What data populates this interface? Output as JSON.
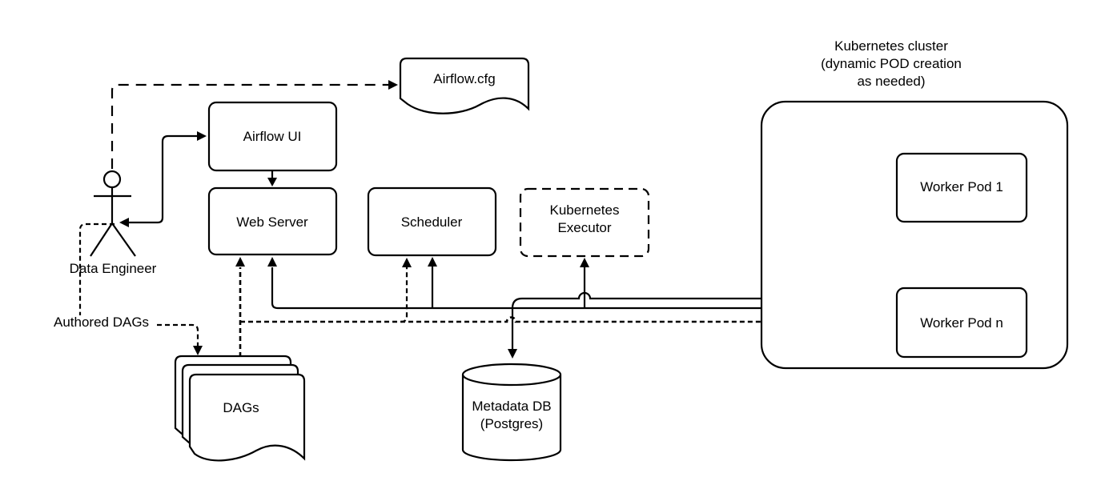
{
  "diagram": {
    "type": "architecture-diagram",
    "subject": "Airflow on Kubernetes architecture",
    "colors": {
      "stroke": "#000000",
      "background": "#ffffff"
    },
    "nodes": {
      "data_engineer": {
        "label": "Data Engineer",
        "shape": "stick-figure"
      },
      "airflow_cfg": {
        "label": "Airflow.cfg",
        "shape": "document"
      },
      "airflow_ui": {
        "label": "Airflow UI",
        "shape": "rounded-rect"
      },
      "web_server": {
        "label": "Web Server",
        "shape": "rounded-rect"
      },
      "scheduler": {
        "label": "Scheduler",
        "shape": "rounded-rect"
      },
      "kubernetes_executor": {
        "line1": "Kubernetes",
        "line2": "Executor",
        "shape": "dashed-rounded-rect"
      },
      "kubernetes_cluster": {
        "line1": "Kubernetes cluster",
        "line2": "(dynamic POD creation",
        "line3": "as needed)",
        "shape": "rounded-container"
      },
      "worker_pod_1": {
        "label": "Worker Pod 1",
        "shape": "rounded-rect"
      },
      "worker_pod_n": {
        "label": "Worker Pod n",
        "shape": "rounded-rect"
      },
      "dags": {
        "label": "DAGs",
        "shape": "document-stack"
      },
      "metadata_db": {
        "line1": "Metadata DB",
        "line2": "(Postgres)",
        "shape": "cylinder"
      }
    },
    "edge_labels": {
      "authored_dags": "Authored DAGs"
    },
    "edges": [
      {
        "from": "Data Engineer",
        "to": "Airflow UI",
        "style": "solid",
        "arrows": "both"
      },
      {
        "from": "Data Engineer",
        "to": "Airflow.cfg",
        "style": "dashed",
        "arrows": "end"
      },
      {
        "from": "Data Engineer",
        "to": "DAGs",
        "style": "dashed",
        "arrows": "end",
        "label": "Authored DAGs"
      },
      {
        "from": "Airflow UI",
        "to": "Web Server",
        "style": "solid",
        "arrows": "end"
      },
      {
        "from": "DAGs",
        "to": "Web Server",
        "style": "dashed",
        "arrows": "end"
      },
      {
        "from": "DAGs",
        "to": "Scheduler",
        "style": "dashed",
        "arrows": "end"
      },
      {
        "from": "DAGs",
        "to": "Worker Pod 1",
        "style": "dashed",
        "arrows": "end"
      },
      {
        "from": "DAGs",
        "to": "Worker Pod n",
        "style": "dashed",
        "arrows": "end"
      },
      {
        "from": "Metadata DB bus",
        "to": "Web Server",
        "style": "solid",
        "arrows": "end"
      },
      {
        "from": "Metadata DB bus",
        "to": "Scheduler",
        "style": "solid",
        "arrows": "end"
      },
      {
        "from": "Metadata DB bus",
        "to": "Kubernetes Executor",
        "style": "solid",
        "arrows": "end"
      },
      {
        "from": "Metadata DB bus",
        "to": "Metadata DB",
        "style": "solid",
        "arrows": "end"
      },
      {
        "from": "Metadata DB bus",
        "to": "Worker Pod 1",
        "style": "solid",
        "arrows": "end"
      },
      {
        "from": "Metadata DB bus",
        "to": "Worker Pod n",
        "style": "solid",
        "arrows": "end"
      }
    ]
  }
}
